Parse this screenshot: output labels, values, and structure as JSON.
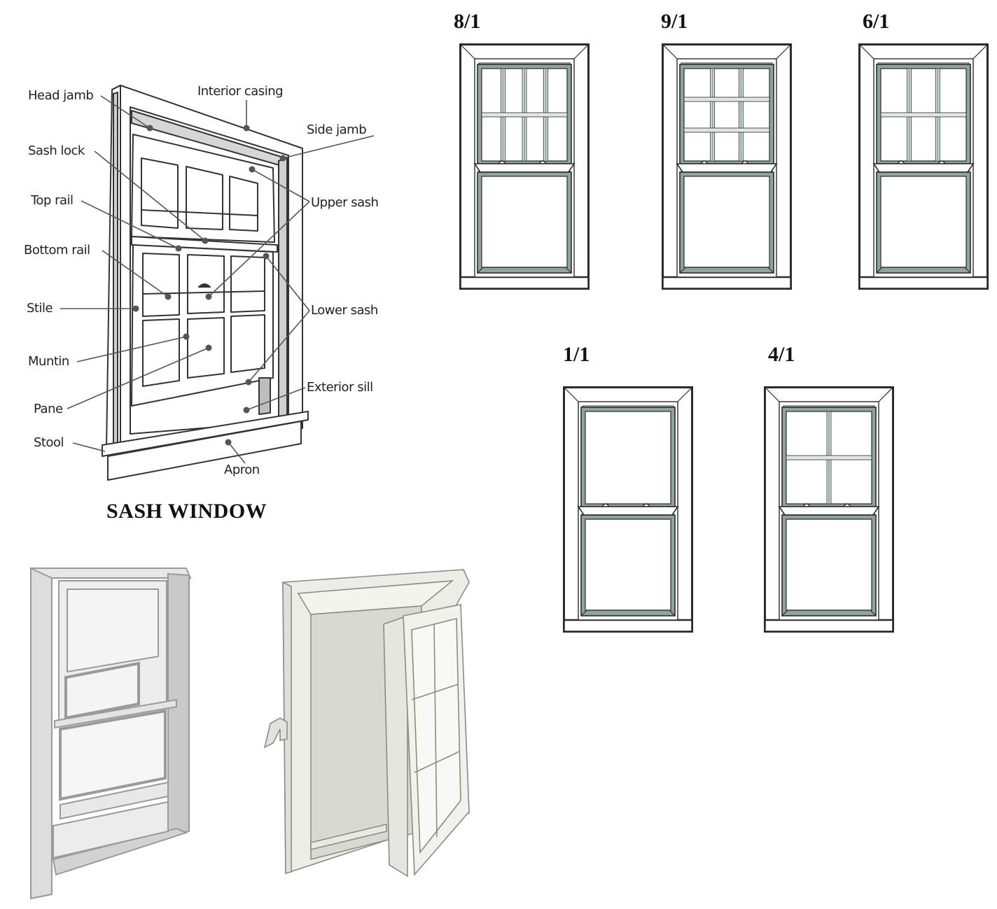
{
  "sash_diagram": {
    "caption": "SASH WINDOW",
    "labels": [
      {
        "key": "head_jamb",
        "text": "Head jamb"
      },
      {
        "key": "interior_casing",
        "text": "Interior casing"
      },
      {
        "key": "side_jamb",
        "text": "Side jamb"
      },
      {
        "key": "sash_lock",
        "text": "Sash lock"
      },
      {
        "key": "top_rail",
        "text": "Top rail"
      },
      {
        "key": "upper_sash",
        "text": "Upper sash"
      },
      {
        "key": "bottom_rail",
        "text": "Bottom rail"
      },
      {
        "key": "stile",
        "text": "Stile"
      },
      {
        "key": "lower_sash",
        "text": "Lower sash"
      },
      {
        "key": "muntin",
        "text": "Muntin"
      },
      {
        "key": "exterior_sill",
        "text": "Exterior sill"
      },
      {
        "key": "pane",
        "text": "Pane"
      },
      {
        "key": "stool",
        "text": "Stool"
      },
      {
        "key": "apron",
        "text": "Apron"
      }
    ]
  },
  "window_styles": [
    {
      "label": "8/1",
      "upper_cols": 4,
      "upper_rows": 2,
      "lower_cols": 1,
      "lower_rows": 1
    },
    {
      "label": "9/1",
      "upper_cols": 3,
      "upper_rows": 3,
      "lower_cols": 1,
      "lower_rows": 1
    },
    {
      "label": "6/1",
      "upper_cols": 3,
      "upper_rows": 2,
      "lower_cols": 1,
      "lower_rows": 1
    },
    {
      "label": "1/1",
      "upper_cols": 1,
      "upper_rows": 1,
      "lower_cols": 1,
      "lower_rows": 1
    },
    {
      "label": "4/1",
      "upper_cols": 2,
      "upper_rows": 2,
      "lower_cols": 1,
      "lower_rows": 1
    }
  ],
  "illustrations": [
    {
      "key": "single_hung_3d",
      "name": "single-hung window illustration"
    },
    {
      "key": "casement_open",
      "name": "open casement window illustration",
      "pane_cols": 2,
      "pane_rows": 3
    }
  ],
  "colors": {
    "line": "#2b2b2b",
    "frame_shade": "#8fa3a0",
    "frame_light": "#dfe7e5",
    "gray_window": "#b8b8b8",
    "casement_fill": "#ecece6"
  }
}
